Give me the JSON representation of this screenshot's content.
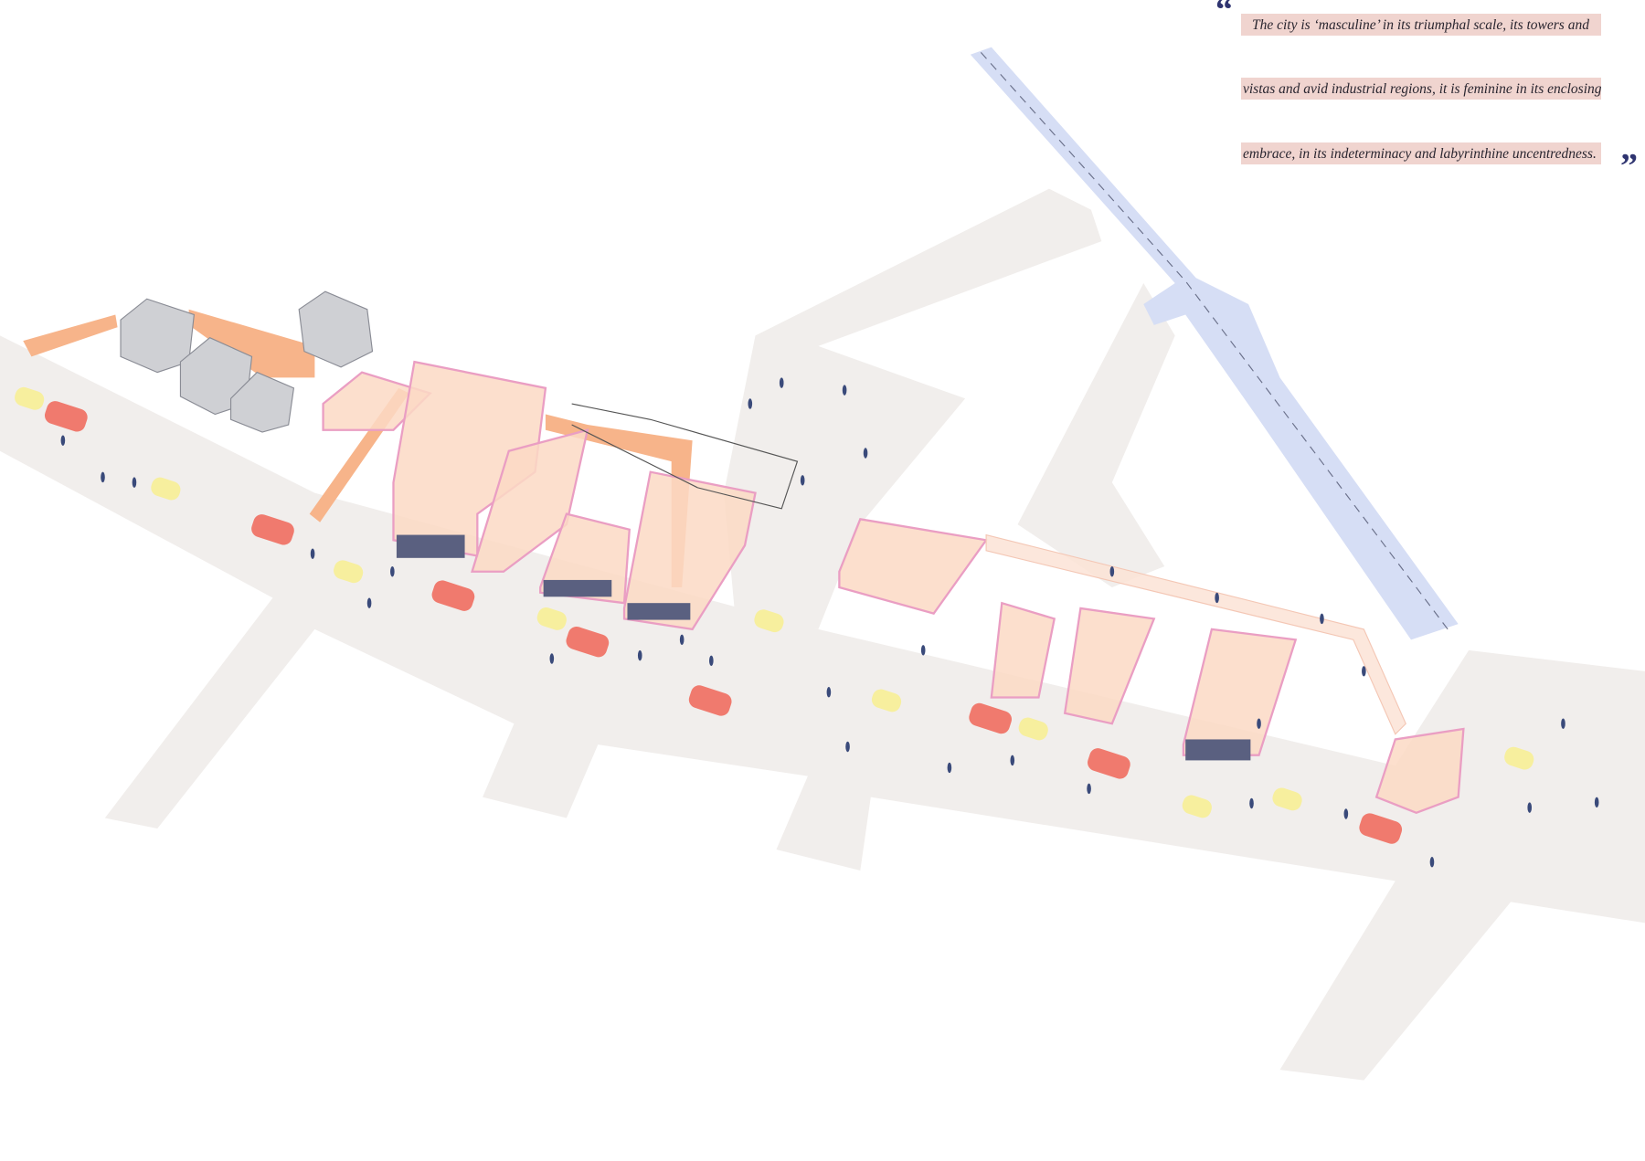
{
  "quote": {
    "open_mark": "“",
    "lines": [
      "The city is ‘masculine’ in its triumphal scale, its towers and",
      "vistas and avid industrial regions, it is feminine in its enclosing",
      "embrace, in its indeterminacy and labyrinthine uncentredness."
    ],
    "close_mark": "”"
  },
  "colors": {
    "road": "#f1eeec",
    "river": "#d6def5",
    "building_fill": "#fbd9c4",
    "building_outline": "#ea9ec3",
    "path_orange": "#f7b48a",
    "car_red": "#f07a6e",
    "car_yellow": "#f7ef9e",
    "people": "#3a4a7a",
    "highlight": "#f0d4cf"
  }
}
